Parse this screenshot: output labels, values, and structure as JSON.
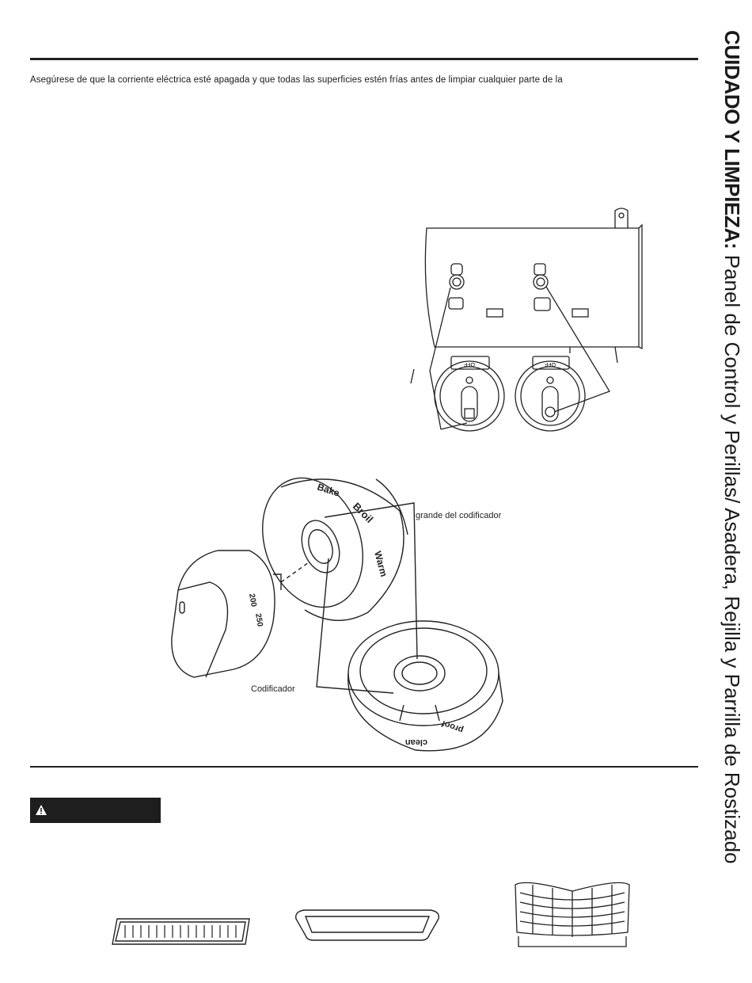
{
  "intro_text": "Asegúrese de que la corriente eléctrica esté apagada y que todas las superficies estén frías antes de limpiar cualquier parte de la",
  "section_title_bold": "CUIDADO Y LIMPIEZA:",
  "section_title_rest": "Panel de Control y Perillas/ Asadera, Rejilla y Parrilla de Rostizado",
  "labels": {
    "encoder_large": "grande del codificador",
    "encoder": "Codificador"
  },
  "knob_markings": {
    "off": "OFF",
    "bake": "Bake",
    "broil": "Broil",
    "warm": "Warm",
    "clean": "clean",
    "proof": "proof",
    "temp_200": "200",
    "temp_250": "250"
  },
  "warning_icon": "warning-triangle-icon"
}
